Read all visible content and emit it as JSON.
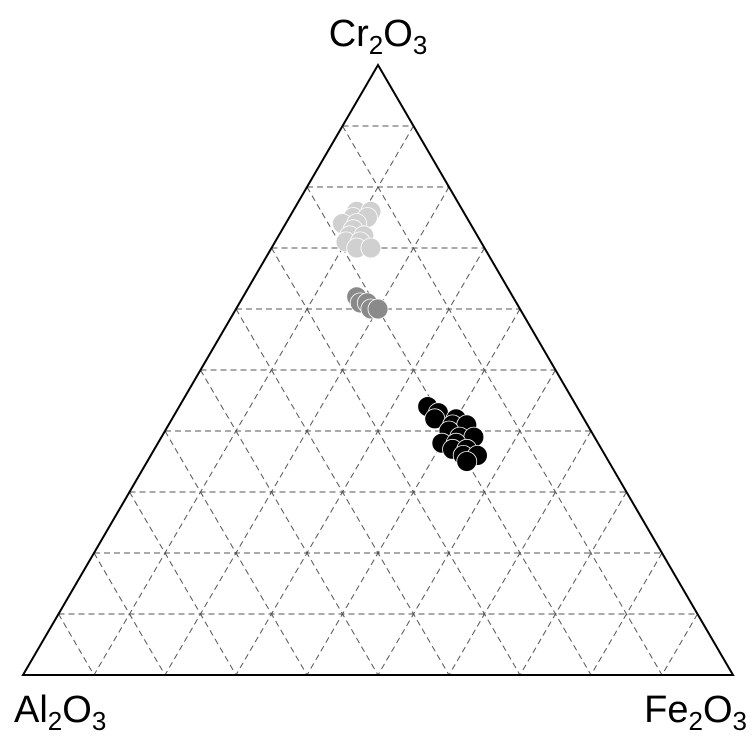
{
  "chart_data": {
    "type": "scatter",
    "subtype": "ternary",
    "grid": true,
    "grid_divisions": 10,
    "axes": {
      "top": {
        "base": "Cr",
        "sub": "2",
        "tail": "O",
        "sub2": "3"
      },
      "left": {
        "base": "Al",
        "sub": "2",
        "tail": "O",
        "sub2": "3"
      },
      "right": {
        "base": "Fe",
        "sub": "2",
        "tail": "O",
        "sub2": "3"
      }
    },
    "series": [
      {
        "color": "#d0d0d0",
        "points": [
          {
            "Cr2O3": 0.76,
            "Al2O3": 0.15,
            "Fe2O3": 0.09
          },
          {
            "Cr2O3": 0.76,
            "Al2O3": 0.13,
            "Fe2O3": 0.11
          },
          {
            "Cr2O3": 0.75,
            "Al2O3": 0.16,
            "Fe2O3": 0.09
          },
          {
            "Cr2O3": 0.75,
            "Al2O3": 0.14,
            "Fe2O3": 0.11
          },
          {
            "Cr2O3": 0.74,
            "Al2O3": 0.18,
            "Fe2O3": 0.08
          },
          {
            "Cr2O3": 0.74,
            "Al2O3": 0.16,
            "Fe2O3": 0.1
          },
          {
            "Cr2O3": 0.73,
            "Al2O3": 0.17,
            "Fe2O3": 0.1
          },
          {
            "Cr2O3": 0.72,
            "Al2O3": 0.18,
            "Fe2O3": 0.1
          },
          {
            "Cr2O3": 0.72,
            "Al2O3": 0.16,
            "Fe2O3": 0.12
          },
          {
            "Cr2O3": 0.71,
            "Al2O3": 0.19,
            "Fe2O3": 0.1
          },
          {
            "Cr2O3": 0.71,
            "Al2O3": 0.17,
            "Fe2O3": 0.12
          },
          {
            "Cr2O3": 0.7,
            "Al2O3": 0.18,
            "Fe2O3": 0.12
          },
          {
            "Cr2O3": 0.7,
            "Al2O3": 0.16,
            "Fe2O3": 0.14
          }
        ]
      },
      {
        "color": "#8a8a8a",
        "points": [
          {
            "Cr2O3": 0.62,
            "Al2O3": 0.22,
            "Fe2O3": 0.16
          },
          {
            "Cr2O3": 0.61,
            "Al2O3": 0.22,
            "Fe2O3": 0.17
          },
          {
            "Cr2O3": 0.61,
            "Al2O3": 0.21,
            "Fe2O3": 0.18
          },
          {
            "Cr2O3": 0.6,
            "Al2O3": 0.21,
            "Fe2O3": 0.19
          },
          {
            "Cr2O3": 0.6,
            "Al2O3": 0.2,
            "Fe2O3": 0.2
          }
        ]
      },
      {
        "color": "#000000",
        "points": [
          {
            "Cr2O3": 0.44,
            "Al2O3": 0.21,
            "Fe2O3": 0.35
          },
          {
            "Cr2O3": 0.43,
            "Al2O3": 0.2,
            "Fe2O3": 0.37
          },
          {
            "Cr2O3": 0.42,
            "Al2O3": 0.18,
            "Fe2O3": 0.4
          },
          {
            "Cr2O3": 0.42,
            "Al2O3": 0.21,
            "Fe2O3": 0.37
          },
          {
            "Cr2O3": 0.41,
            "Al2O3": 0.19,
            "Fe2O3": 0.4
          },
          {
            "Cr2O3": 0.41,
            "Al2O3": 0.17,
            "Fe2O3": 0.42
          },
          {
            "Cr2O3": 0.4,
            "Al2O3": 0.2,
            "Fe2O3": 0.4
          },
          {
            "Cr2O3": 0.39,
            "Al2O3": 0.19,
            "Fe2O3": 0.42
          },
          {
            "Cr2O3": 0.39,
            "Al2O3": 0.17,
            "Fe2O3": 0.44
          },
          {
            "Cr2O3": 0.38,
            "Al2O3": 0.22,
            "Fe2O3": 0.4
          },
          {
            "Cr2O3": 0.38,
            "Al2O3": 0.2,
            "Fe2O3": 0.42
          },
          {
            "Cr2O3": 0.37,
            "Al2O3": 0.21,
            "Fe2O3": 0.42
          },
          {
            "Cr2O3": 0.37,
            "Al2O3": 0.19,
            "Fe2O3": 0.44
          },
          {
            "Cr2O3": 0.36,
            "Al2O3": 0.2,
            "Fe2O3": 0.44
          },
          {
            "Cr2O3": 0.36,
            "Al2O3": 0.18,
            "Fe2O3": 0.46
          },
          {
            "Cr2O3": 0.35,
            "Al2O3": 0.2,
            "Fe2O3": 0.45
          }
        ]
      }
    ]
  }
}
